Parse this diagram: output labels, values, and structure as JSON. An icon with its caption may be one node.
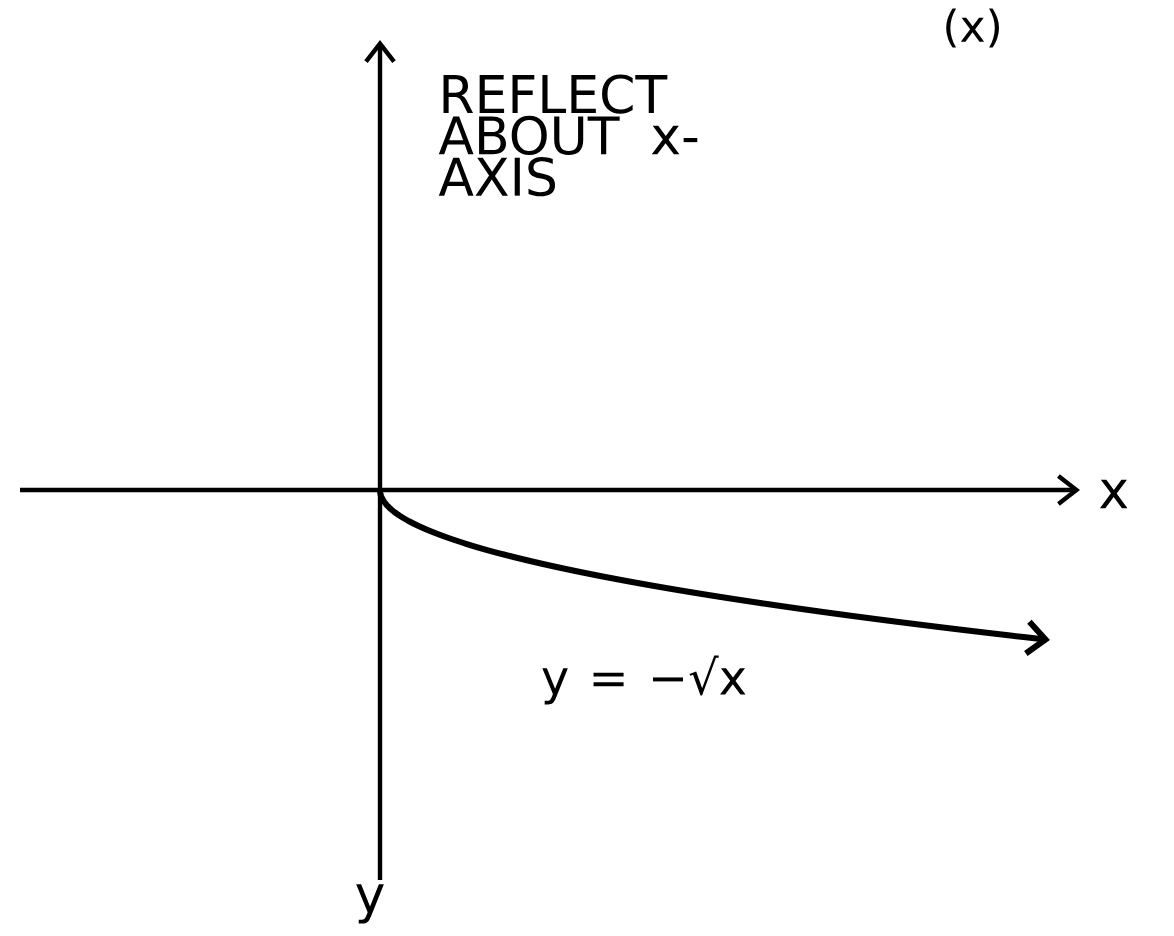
{
  "diagram": {
    "labels": [
      "(x)",
      "REFLECT ABOUT x-AXIS",
      "x",
      "y = −√x",
      "y"
    ]
  }
}
